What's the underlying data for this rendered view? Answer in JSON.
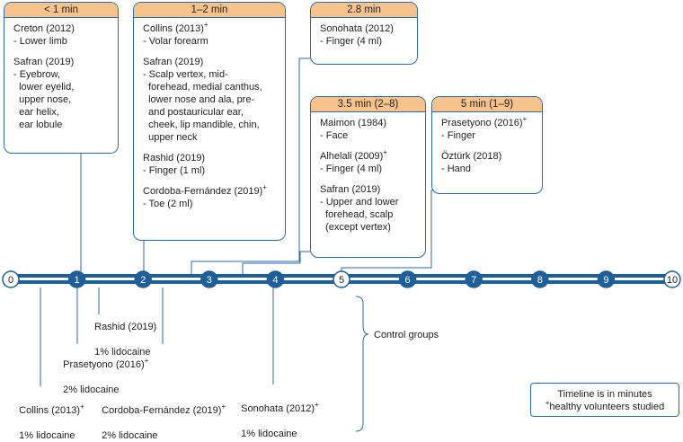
{
  "boxes": {
    "lt1": {
      "header": "< 1 min",
      "entries": [
        {
          "source": "Creton (2012)",
          "sup": "",
          "details": [
            "- Lower limb"
          ]
        },
        {
          "source": "Safran (2019)",
          "sup": "",
          "details": [
            "- Eyebrow,",
            "  lower eyelid,",
            "  upper nose,",
            "  ear helix,",
            "  ear lobule"
          ]
        }
      ]
    },
    "m1_2": {
      "header": "1–2 min",
      "entries": [
        {
          "source": "Collins (2013)",
          "sup": "+",
          "details": [
            "- Volar forearm"
          ]
        },
        {
          "source": "Safran (2019)",
          "sup": "",
          "details": [
            "- Scalp vertex, mid-",
            "  forehead, medial canthus,",
            "  lower nose and ala, pre-",
            "  and postauricular ear,",
            "  cheek, lip mandible, chin,",
            "  upper neck"
          ]
        },
        {
          "source": "Rashid (2019)",
          "sup": "",
          "details": [
            "- Finger (1 ml)"
          ]
        },
        {
          "source": "Cordoba-Fernández (2019)",
          "sup": "+",
          "details": [
            "- Toe (2 ml)"
          ]
        }
      ]
    },
    "m2_8": {
      "header": "2.8 min",
      "entries": [
        {
          "source": "Sonohata (2012)",
          "sup": "",
          "details": [
            "- Finger (4 ml)"
          ]
        }
      ]
    },
    "m3_5": {
      "header": "3.5 min (2–8)",
      "entries": [
        {
          "source": "Maimon (1984)",
          "sup": "",
          "details": [
            "- Face"
          ]
        },
        {
          "source": "Alhelali (2009)",
          "sup": "+",
          "details": [
            "- Finger (4 ml)"
          ]
        },
        {
          "source": "Safran (2019)",
          "sup": "",
          "details": [
            "- Upper and lower",
            "  forehead, scalp",
            "  (except vertex)"
          ]
        }
      ]
    },
    "m5": {
      "header": "5 min (1–9)",
      "entries": [
        {
          "source": "Prasetyono (2016)",
          "sup": "+",
          "details": [
            "- Finger"
          ]
        },
        {
          "source": "Öztürk (2018)",
          "sup": "",
          "details": [
            "- Hand"
          ]
        }
      ]
    }
  },
  "ticks": [
    "0",
    "1",
    "2",
    "3",
    "4",
    "5",
    "6",
    "7",
    "8",
    "9",
    "10"
  ],
  "controls": {
    "rashid": {
      "source": "Rashid (2019)",
      "sup": "",
      "drug": "1% lidocaine"
    },
    "prasetyono": {
      "source": "Prasetyono (2016)",
      "sup": "+",
      "drug": "2% lidocaine"
    },
    "collins": {
      "source": "Collins (2013)",
      "sup": "+",
      "drug": "1% lidocaine"
    },
    "cordoba": {
      "source": "Cordoba-Fernández (2019)",
      "sup": "+",
      "drug": "2% lidocaine"
    },
    "sonohata": {
      "source": "Sonohata (2012)",
      "sup": "+",
      "drug": "1% lidocaine"
    }
  },
  "control_groups_label": "Control groups",
  "note": {
    "line1": "Timeline is in minutes",
    "sup": "+",
    "line2": "healthy volunteers studied"
  },
  "colors": {
    "timeline": "#1f5f99",
    "box_border": "#2d6aa3",
    "header_fill": "#f7c38c"
  }
}
